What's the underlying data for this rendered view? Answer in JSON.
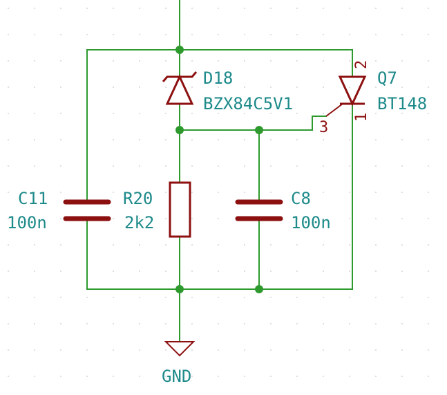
{
  "components": {
    "d18": {
      "ref": "D18",
      "value": "BZX84C5V1"
    },
    "q7": {
      "ref": "Q7",
      "value": "BT148",
      "pin_gate": "3",
      "pin_anode": "2",
      "pin_cathode": "1"
    },
    "c11": {
      "ref": "C11",
      "value": "100n"
    },
    "r20": {
      "ref": "R20",
      "value": "2k2"
    },
    "c8": {
      "ref": "C8",
      "value": "100n"
    },
    "gnd": {
      "label": "GND"
    }
  },
  "colors": {
    "wire": "#2e9a2e",
    "symbol": "#8c1010",
    "label": "#1e8a8a",
    "grid_dot": "#c8c8c8"
  }
}
